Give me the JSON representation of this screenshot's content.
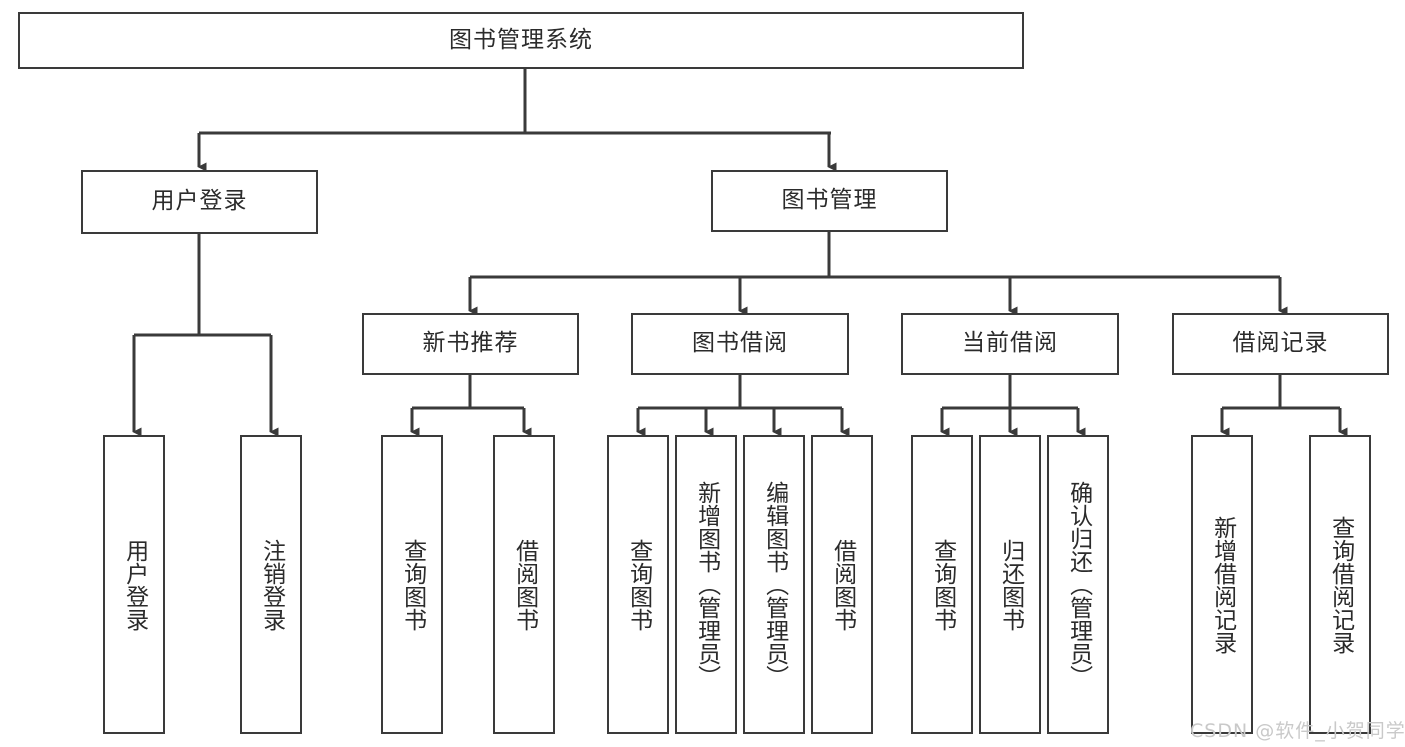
{
  "diagram": {
    "title": "图书管理系统",
    "type": "tree-hierarchy-chart",
    "colors": {
      "stroke": "#3a3a3a",
      "fill": "#ffffff",
      "text": "#2b2b2b",
      "watermark": "#c9c9c9"
    },
    "root": {
      "label": "图书管理系统"
    },
    "level1": [
      {
        "label": "用户登录"
      },
      {
        "label": "图书管理"
      }
    ],
    "level2": [
      {
        "label": "新书推荐"
      },
      {
        "label": "图书借阅"
      },
      {
        "label": "当前借阅"
      },
      {
        "label": "借阅记录"
      }
    ],
    "leaves": {
      "user_login": [
        {
          "label": "用户登录"
        },
        {
          "label": "注销登录"
        }
      ],
      "new_book_rec": [
        {
          "label": "查询图书"
        },
        {
          "label": "借阅图书"
        }
      ],
      "book_borrow": [
        {
          "label": "查询图书"
        },
        {
          "label": "新增图书（管理员）"
        },
        {
          "label": "编辑图书（管理员）"
        },
        {
          "label": "借阅图书"
        }
      ],
      "current_borrow": [
        {
          "label": "查询图书"
        },
        {
          "label": "归还图书"
        },
        {
          "label": "确认归还（管理员）"
        }
      ],
      "borrow_record": [
        {
          "label": "新增借阅记录"
        },
        {
          "label": "查询借阅记录"
        }
      ]
    },
    "watermark": "CSDN @软件_小贺同学"
  }
}
